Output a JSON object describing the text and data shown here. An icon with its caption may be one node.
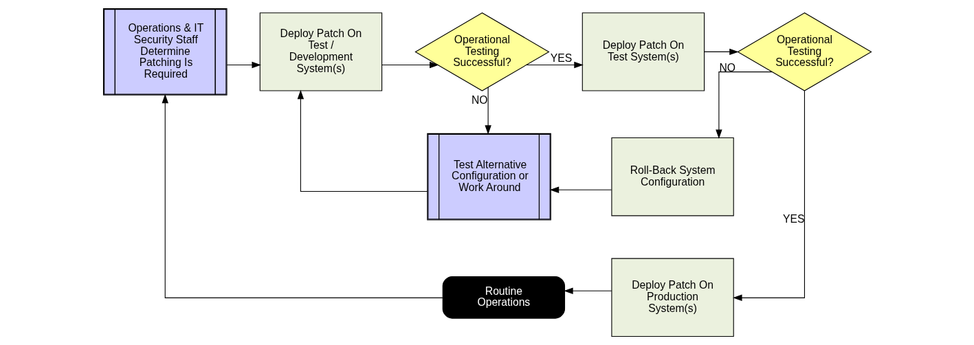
{
  "diagram": {
    "nodes": [
      {
        "text": [
          "Operations & IT Security Staff Determine Patching Is Required"
        ]
      },
      {
        "text": [
          "Deploy Patch On Test / Development System(s)"
        ]
      },
      {
        "text": [
          "Operational Testing Successful?"
        ]
      },
      {
        "text": [
          "Deploy Patch On Test System(s)"
        ]
      },
      {
        "text": [
          "Operational Testing Successful?"
        ]
      },
      {
        "text": [
          "Test Alternative Configuration or Work Around"
        ]
      },
      {
        "text": [
          "Roll-Back System Configuration"
        ]
      },
      {
        "text": [
          "Deploy Patch On Production System(s)"
        ]
      },
      {
        "text": [
          "Routine Operations"
        ]
      }
    ],
    "edges": [
      {
        "from": 0,
        "to": 1,
        "arrow": "to"
      },
      {
        "from": 1,
        "to": 2,
        "arrow": "to"
      },
      {
        "from": 2,
        "to": 3,
        "arrow": "to",
        "label": "YES"
      },
      {
        "from": 3,
        "to": 4,
        "arrow": "to"
      },
      {
        "from": 4,
        "to": 7,
        "arrow": "to",
        "label": "YES"
      },
      {
        "from": 4,
        "to": 6,
        "arrow": "to",
        "label": "NO"
      },
      {
        "from": 2,
        "to": 5,
        "arrow": "to",
        "label": "NO"
      },
      {
        "from": 6,
        "to": 5,
        "arrow": "to"
      },
      {
        "from": 5,
        "to": 1,
        "arrow": "to"
      },
      {
        "from": 7,
        "to": 8,
        "arrow": "to"
      },
      {
        "from": 8,
        "to": 0,
        "arrow": "to"
      }
    ]
  }
}
